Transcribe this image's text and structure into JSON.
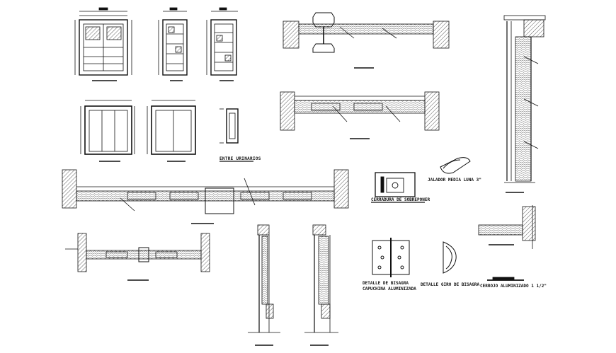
{
  "drawing": {
    "line_color": "#111111",
    "background": "#ffffff",
    "hatch_color": "#333333"
  },
  "labels": {
    "entre_urinarios": "ENTRE URINARIOS",
    "jaladores_media_luna": "JALADOR MEDIA LUNA 3\"",
    "cerradura_sobreponer": "CERRADURA DE SOBREPONER",
    "detalle_bisagra_line1": "DETALLE DE BISAGRA",
    "detalle_bisagra_line2": "CAPUCHINA ALUMINIZADA",
    "detalle_giro_bisagra": "DETALLE GIRO DE BISAGRA",
    "cerrojo_aluminizado": "CERROJO ALUMINIZADO 1 1/2\""
  },
  "icons": [
    "door-elevation-icon",
    "hinge-icon",
    "lock-icon",
    "handle-icon"
  ]
}
